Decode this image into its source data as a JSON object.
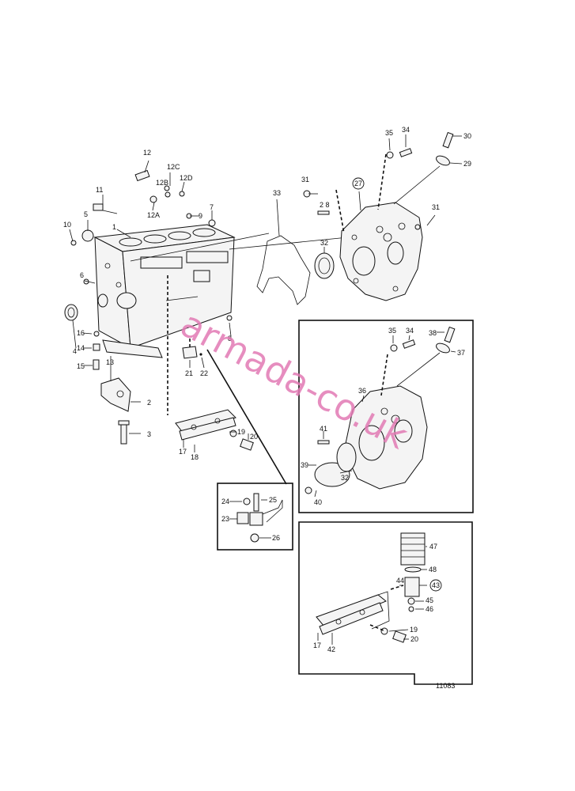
{
  "diagram": {
    "figure_number": "11083",
    "watermark": "armada-co.uk",
    "labels": {
      "l12": "12",
      "l12c": "12C",
      "l12b": "12B",
      "l12d": "12D",
      "l12a": "12A",
      "l11": "11",
      "l5": "5",
      "l10": "10",
      "l1": "1",
      "l9": "9",
      "l7": "7",
      "l6": "6",
      "l4": "4",
      "l16": "16",
      "l14": "14",
      "l15": "15",
      "l13": "13",
      "l2": "2",
      "l3": "3",
      "l8": "8",
      "l21": "21",
      "l22": "22",
      "l17": "17",
      "l18": "18",
      "l19": "19",
      "l20": "20",
      "l33": "33",
      "l31a": "31",
      "l28": "2 8",
      "l27": "27",
      "l32": "32",
      "l35": "35",
      "l34": "34",
      "l30": "30",
      "l29": "29",
      "l31b": "31",
      "d1_35": "35",
      "d1_34": "34",
      "d1_38": "38",
      "d1_37": "37",
      "d1_36": "36",
      "d1_41": "41",
      "d1_39": "39",
      "d1_32": "32",
      "d1_40": "40",
      "d2_24": "24",
      "d2_25": "25",
      "d2_23": "23",
      "d2_26": "26",
      "d3_47": "47",
      "d3_48": "48",
      "d3_44": "44",
      "d3_43": "43",
      "d3_45": "45",
      "d3_46": "46",
      "d3_19": "19",
      "d3_20": "20",
      "d3_17": "17",
      "d3_42": "42"
    }
  }
}
